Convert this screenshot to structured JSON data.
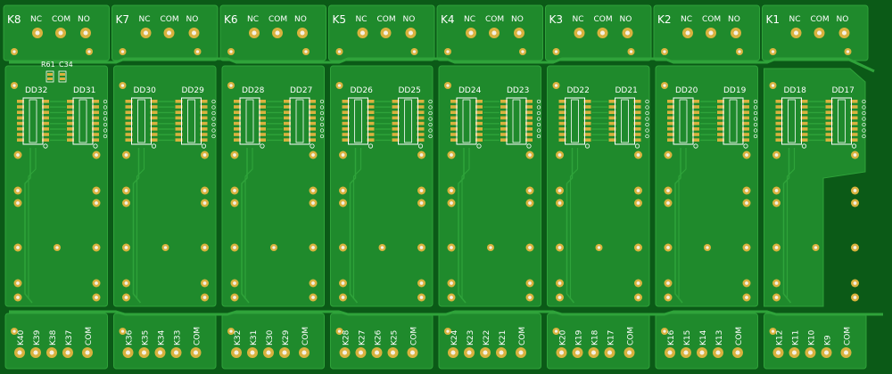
{
  "relays": [
    {
      "name": "K8",
      "nc": "NC",
      "com": "COM",
      "no": "NO"
    },
    {
      "name": "K7",
      "nc": "NC",
      "com": "COM",
      "no": "NO"
    },
    {
      "name": "K6",
      "nc": "NC",
      "com": "COM",
      "no": "NO"
    },
    {
      "name": "K5",
      "nc": "NC",
      "com": "COM",
      "no": "NO"
    },
    {
      "name": "K4",
      "nc": "NC",
      "com": "COM",
      "no": "NO"
    },
    {
      "name": "K3",
      "nc": "NC",
      "com": "COM",
      "no": "NO"
    },
    {
      "name": "K2",
      "nc": "NC",
      "com": "COM",
      "no": "NO"
    },
    {
      "name": "K1",
      "nc": "NC",
      "com": "COM",
      "no": "NO"
    }
  ],
  "chips": [
    [
      "DD32",
      "DD31"
    ],
    [
      "DD30",
      "DD29"
    ],
    [
      "DD28",
      "DD27"
    ],
    [
      "DD26",
      "DD25"
    ],
    [
      "DD24",
      "DD23"
    ],
    [
      "DD22",
      "DD21"
    ],
    [
      "DD20",
      "DD19"
    ],
    [
      "DD18",
      "DD17"
    ]
  ],
  "passives": [
    "R61",
    "C34"
  ],
  "bottom_groups": [
    [
      "K40",
      "K39",
      "K38",
      "K37",
      "COM"
    ],
    [
      "K36",
      "K35",
      "K34",
      "K33",
      "COM"
    ],
    [
      "K32",
      "K31",
      "K30",
      "K29",
      "COM"
    ],
    [
      "K28",
      "K27",
      "K26",
      "K25",
      "COM"
    ],
    [
      "K24",
      "K23",
      "K22",
      "K21",
      "COM"
    ],
    [
      "K20",
      "K19",
      "K18",
      "K17",
      "COM"
    ],
    [
      "K16",
      "K15",
      "K14",
      "K13",
      "COM"
    ],
    [
      "K12",
      "K11",
      "K10",
      "K9",
      "COM"
    ]
  ],
  "colors": {
    "board": "#0b5a17",
    "copper": "#1f8a2c",
    "copper_edge": "#2fa33a",
    "pad": "#d9b23e",
    "pad_hole": "#f4f1e2",
    "silk": "#ffffff"
  }
}
